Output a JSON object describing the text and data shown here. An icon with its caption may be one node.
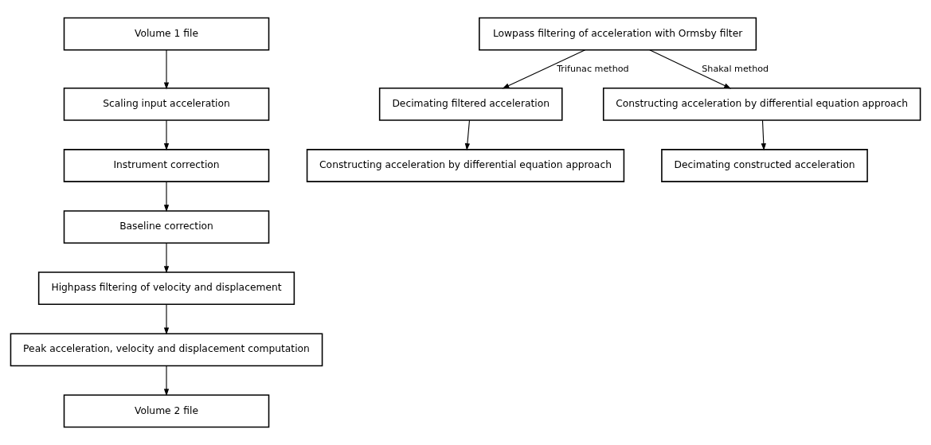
{
  "diagram": {
    "nodes": [
      {
        "text": [
          "Volume 1 file"
        ]
      },
      {
        "text": [
          "Scaling input acceleration"
        ]
      },
      {
        "text": [
          "Instrument correction"
        ]
      },
      {
        "text": [
          "Baseline correction"
        ]
      },
      {
        "text": [
          "Highpass filtering of velocity and displacement"
        ]
      },
      {
        "text": [
          "Peak acceleration, velocity and displacement computation"
        ]
      },
      {
        "text": [
          "Volume 2 file"
        ]
      },
      {
        "text": [
          "Lowpass filtering of acceleration with Ormsby filter"
        ]
      },
      {
        "text": [
          "Decimating filtered acceleration"
        ]
      },
      {
        "text": [
          "Constructing acceleration by differential equation approach"
        ]
      },
      {
        "text": [
          "Constructing acceleration by differential equation approach"
        ]
      },
      {
        "text": [
          "Decimating constructed acceleration"
        ]
      }
    ],
    "edges": [
      {
        "from": 0,
        "to": 1,
        "arrow": "to"
      },
      {
        "from": 1,
        "to": 2,
        "arrow": "to"
      },
      {
        "from": 2,
        "to": 3,
        "arrow": "to"
      },
      {
        "from": 3,
        "to": 4,
        "arrow": "to"
      },
      {
        "from": 4,
        "to": 5,
        "arrow": "to"
      },
      {
        "from": 5,
        "to": 6,
        "arrow": "to"
      },
      {
        "from": 7,
        "to": 8,
        "arrow": "to",
        "label": "Trifunac method"
      },
      {
        "from": 8,
        "to": 9,
        "arrow": "to"
      },
      {
        "from": 7,
        "to": 10,
        "arrow": "to",
        "label": "Shakal method"
      },
      {
        "from": 10,
        "to": 11,
        "arrow": "to"
      }
    ]
  }
}
